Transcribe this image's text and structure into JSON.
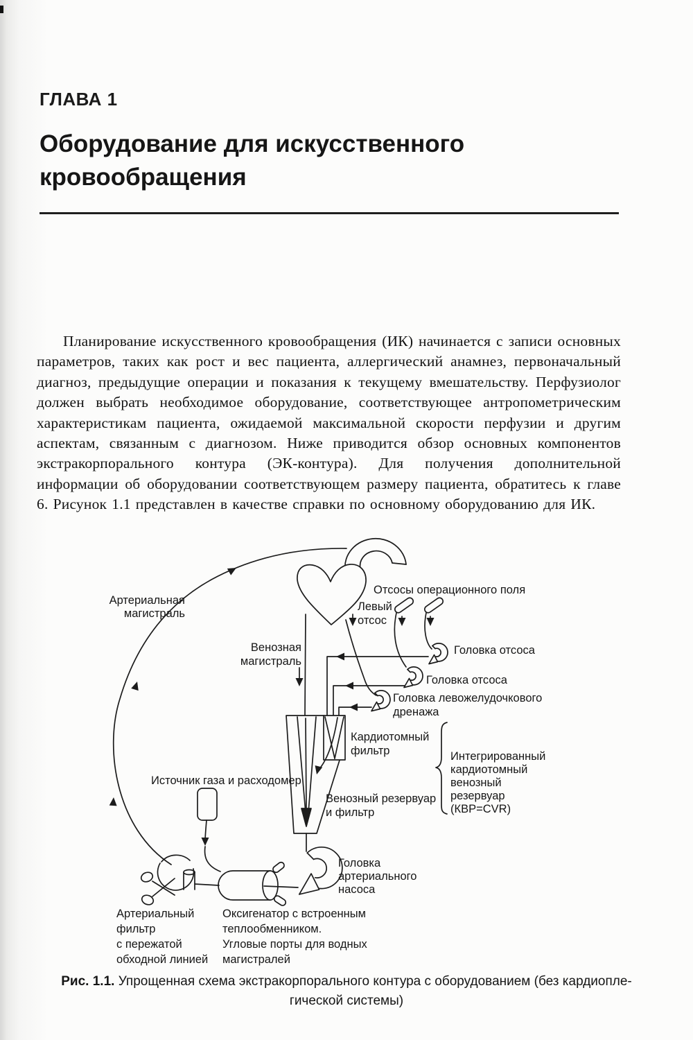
{
  "page": {
    "chapter": "ГЛАВА 1",
    "title": "Оборудование для искусственного кровообращения",
    "paragraph": "Планирование искусственного кровообращения (ИК) начинается с записи основных параметров, таких как рост и вес пациента, аллергический анамнез, первоначальный диагноз, предыдущие операции и показания к текущему вмешательству. Перфузиолог должен выбрать необходимое оборудование, соответствующее антропометрическим характеристикам пациента, ожидаемой максимальной скорости перфузии и другим аспектам, связанным с диагнозом. Ниже приводится обзор основных компонентов экстракорпорального контура (ЭК-контура). Для получения дополнительной информации об оборудовании соответствующем размеру пациента, обратитесь к главе 6. Рисунок 1.1 представлен в качестве справки по основному оборудованию для ИК.",
    "caption_label": "Рис. 1.1.",
    "caption_text": " Упрощенная схема экстракорпорального контура с оборудованием (без кардиопле-",
    "caption_text2": "гической системы)"
  },
  "figure": {
    "labels": {
      "arterial_line_1": "Артериальная",
      "arterial_line_2": "магистраль",
      "surgical_suction": "Отсосы операционного поля",
      "left_vent_1": "Левый",
      "left_vent_2": "отсос",
      "suction_head_1": "Головка отсоса",
      "suction_head_2": "Головка отсоса",
      "lv_drain_head_1": "Головка левожелудочкового",
      "lv_drain_head_2": "дренажа",
      "venous_line_1": "Венозная",
      "venous_line_2": "магистраль",
      "cardiotomy_filter_1": "Кардиотомный",
      "cardiotomy_filter_2": "фильтр",
      "venous_reservoir_1": "Венозный резервуар",
      "venous_reservoir_2": "и фильтр",
      "integrated_reservoir_1": "Интегрированный",
      "integrated_reservoir_2": "кардиотомный",
      "integrated_reservoir_3": "венозный",
      "integrated_reservoir_4": "резервуар",
      "integrated_reservoir_5": "(КВР=CVR)",
      "gas_source": "Источник газа и расходомер",
      "arterial_pump_1": "Головка",
      "arterial_pump_2": "артериального",
      "arterial_pump_3": "насоса",
      "arterial_filter_1": "Артериальный",
      "arterial_filter_2": "фильтр",
      "arterial_filter_3": "с пережатой",
      "arterial_filter_4": "обходной линией",
      "oxygenator_1": "Оксигенатор с встроенным",
      "oxygenator_2": "теплообменником.",
      "oxygenator_3": "Угловые порты для водных",
      "oxygenator_4": "магистралей"
    }
  },
  "colors": {
    "ink": "#1c1c1c",
    "paper": "#fcfcfb"
  }
}
